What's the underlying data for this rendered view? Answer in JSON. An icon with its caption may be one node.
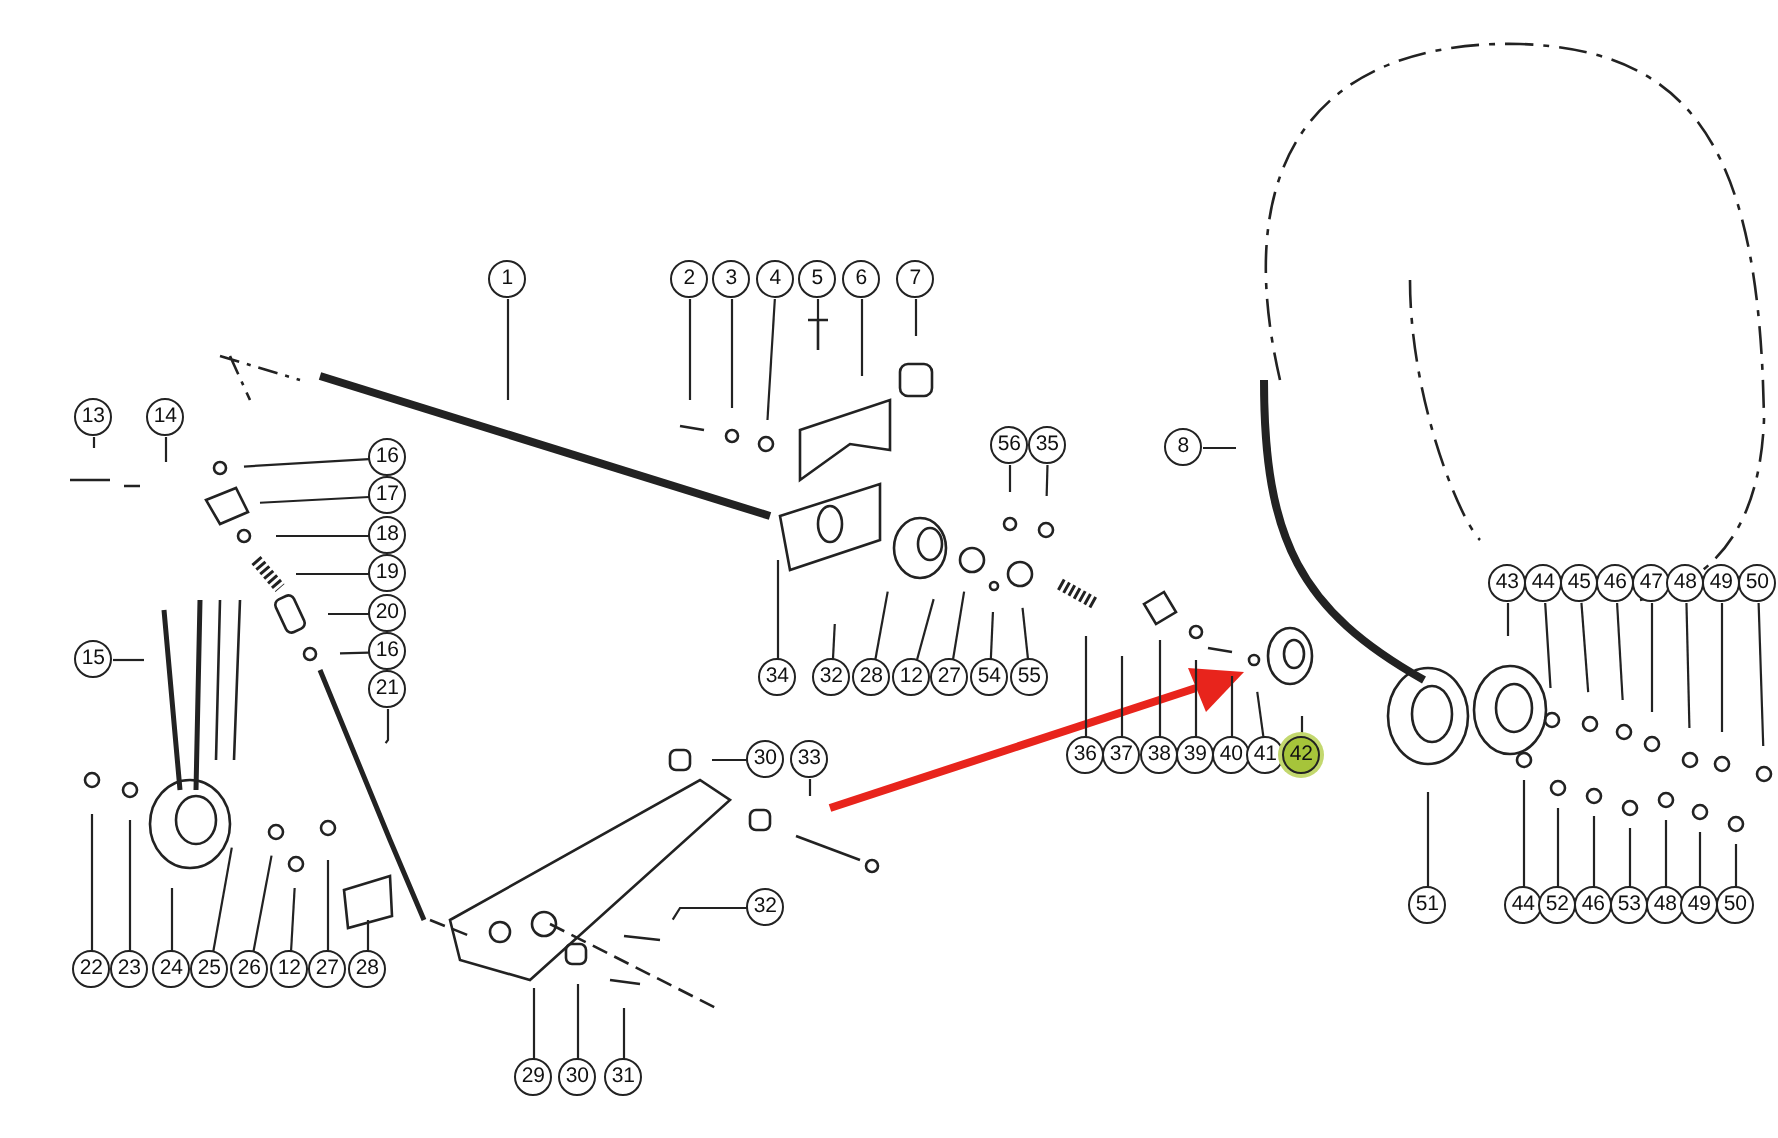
{
  "diagram": {
    "nodes": [
      {
        "text": [
          "1"
        ]
      },
      {
        "text": [
          "2"
        ]
      },
      {
        "text": [
          "3"
        ]
      },
      {
        "text": [
          "4"
        ]
      },
      {
        "text": [
          "5"
        ]
      },
      {
        "text": [
          "6"
        ]
      },
      {
        "text": [
          "7"
        ]
      },
      {
        "text": [
          "13"
        ]
      },
      {
        "text": [
          "14"
        ]
      },
      {
        "text": [
          "56"
        ]
      },
      {
        "text": [
          "35"
        ]
      },
      {
        "text": [
          "8"
        ]
      },
      {
        "text": [
          "16"
        ]
      },
      {
        "text": [
          "17"
        ]
      },
      {
        "text": [
          "18"
        ]
      },
      {
        "text": [
          "19"
        ]
      },
      {
        "text": [
          "20"
        ]
      },
      {
        "text": [
          "16"
        ]
      },
      {
        "text": [
          "15"
        ]
      },
      {
        "text": [
          "21"
        ]
      },
      {
        "text": [
          "43"
        ]
      },
      {
        "text": [
          "44"
        ]
      },
      {
        "text": [
          "45"
        ]
      },
      {
        "text": [
          "46"
        ]
      },
      {
        "text": [
          "47"
        ]
      },
      {
        "text": [
          "48"
        ]
      },
      {
        "text": [
          "49"
        ]
      },
      {
        "text": [
          "50"
        ]
      },
      {
        "text": [
          "34"
        ]
      },
      {
        "text": [
          "32"
        ]
      },
      {
        "text": [
          "28"
        ]
      },
      {
        "text": [
          "12"
        ]
      },
      {
        "text": [
          "27"
        ]
      },
      {
        "text": [
          "54"
        ]
      },
      {
        "text": [
          "55"
        ]
      },
      {
        "text": [
          "36"
        ]
      },
      {
        "text": [
          "37"
        ]
      },
      {
        "text": [
          "38"
        ]
      },
      {
        "text": [
          "39"
        ]
      },
      {
        "text": [
          "40"
        ]
      },
      {
        "text": [
          "41"
        ]
      },
      {
        "text": [
          "42"
        ]
      },
      {
        "text": [
          "30"
        ]
      },
      {
        "text": [
          "33"
        ]
      },
      {
        "text": [
          "51"
        ]
      },
      {
        "text": [
          "44"
        ]
      },
      {
        "text": [
          "52"
        ]
      },
      {
        "text": [
          "46"
        ]
      },
      {
        "text": [
          "53"
        ]
      },
      {
        "text": [
          "48"
        ]
      },
      {
        "text": [
          "49"
        ]
      },
      {
        "text": [
          "50"
        ]
      },
      {
        "text": [
          "32"
        ]
      },
      {
        "text": [
          "22"
        ]
      },
      {
        "text": [
          "23"
        ]
      },
      {
        "text": [
          "24"
        ]
      },
      {
        "text": [
          "25"
        ]
      },
      {
        "text": [
          "26"
        ]
      },
      {
        "text": [
          "12"
        ]
      },
      {
        "text": [
          "27"
        ]
      },
      {
        "text": [
          "28"
        ]
      },
      {
        "text": [
          "29"
        ]
      },
      {
        "text": [
          "30"
        ]
      },
      {
        "text": [
          "31"
        ]
      }
    ],
    "edges": [
      {
        "from": 0,
        "to": null,
        "arrow": "none"
      },
      {
        "from": 1,
        "to": null,
        "arrow": "none"
      },
      {
        "from": 2,
        "to": null,
        "arrow": "none"
      },
      {
        "from": 3,
        "to": null,
        "arrow": "none"
      },
      {
        "from": 4,
        "to": null,
        "arrow": "none"
      },
      {
        "from": 5,
        "to": null,
        "arrow": "none"
      },
      {
        "from": 6,
        "to": null,
        "arrow": "none"
      },
      {
        "from": 7,
        "to": null,
        "arrow": "none"
      },
      {
        "from": 8,
        "to": null,
        "arrow": "none"
      },
      {
        "from": 9,
        "to": null,
        "arrow": "none"
      },
      {
        "from": 10,
        "to": null,
        "arrow": "none"
      },
      {
        "from": 11,
        "to": null,
        "arrow": "none"
      },
      {
        "from": 12,
        "to": null,
        "arrow": "none"
      },
      {
        "from": 13,
        "to": null,
        "arrow": "none"
      },
      {
        "from": 14,
        "to": null,
        "arrow": "none"
      },
      {
        "from": 15,
        "to": null,
        "arrow": "none"
      },
      {
        "from": 16,
        "to": null,
        "arrow": "none"
      },
      {
        "from": 17,
        "to": null,
        "arrow": "none"
      },
      {
        "from": 18,
        "to": null,
        "arrow": "none"
      },
      {
        "from": 19,
        "to": null,
        "arrow": "none"
      },
      {
        "from": 20,
        "to": null,
        "arrow": "none"
      },
      {
        "from": 21,
        "to": null,
        "arrow": "none"
      },
      {
        "from": 22,
        "to": null,
        "arrow": "none"
      },
      {
        "from": 23,
        "to": null,
        "arrow": "none"
      },
      {
        "from": 24,
        "to": null,
        "arrow": "none"
      },
      {
        "from": 25,
        "to": null,
        "arrow": "none"
      },
      {
        "from": 26,
        "to": null,
        "arrow": "none"
      },
      {
        "from": 27,
        "to": null,
        "arrow": "none"
      },
      {
        "from": 28,
        "to": null,
        "arrow": "none"
      },
      {
        "from": 29,
        "to": null,
        "arrow": "none"
      },
      {
        "from": 30,
        "to": null,
        "arrow": "none"
      },
      {
        "from": 31,
        "to": null,
        "arrow": "none"
      },
      {
        "from": 32,
        "to": null,
        "arrow": "none"
      },
      {
        "from": 33,
        "to": null,
        "arrow": "none"
      },
      {
        "from": 34,
        "to": null,
        "arrow": "none"
      },
      {
        "from": 35,
        "to": null,
        "arrow": "none"
      },
      {
        "from": 36,
        "to": null,
        "arrow": "none"
      },
      {
        "from": 37,
        "to": null,
        "arrow": "none"
      },
      {
        "from": 38,
        "to": null,
        "arrow": "none"
      },
      {
        "from": 39,
        "to": null,
        "arrow": "none"
      },
      {
        "from": 40,
        "to": null,
        "arrow": "none"
      },
      {
        "from": 41,
        "to": null,
        "arrow": "none"
      },
      {
        "from": 42,
        "to": null,
        "arrow": "none"
      },
      {
        "from": 43,
        "to": null,
        "arrow": "none"
      },
      {
        "from": 44,
        "to": null,
        "arrow": "none"
      },
      {
        "from": 45,
        "to": null,
        "arrow": "none"
      },
      {
        "from": 46,
        "to": null,
        "arrow": "none"
      },
      {
        "from": 47,
        "to": null,
        "arrow": "none"
      },
      {
        "from": 48,
        "to": null,
        "arrow": "none"
      },
      {
        "from": 49,
        "to": null,
        "arrow": "none"
      },
      {
        "from": 50,
        "to": null,
        "arrow": "none"
      },
      {
        "from": 51,
        "to": null,
        "arrow": "none"
      },
      {
        "from": 52,
        "to": null,
        "arrow": "none"
      },
      {
        "from": 53,
        "to": null,
        "arrow": "none"
      },
      {
        "from": 54,
        "to": null,
        "arrow": "none"
      },
      {
        "from": 55,
        "to": null,
        "arrow": "none"
      },
      {
        "from": 56,
        "to": null,
        "arrow": "none"
      },
      {
        "from": 57,
        "to": null,
        "arrow": "none"
      },
      {
        "from": 58,
        "to": null,
        "arrow": "none"
      },
      {
        "from": 59,
        "to": null,
        "arrow": "none"
      },
      {
        "from": 60,
        "to": null,
        "arrow": "none"
      },
      {
        "from": 61,
        "to": null,
        "arrow": "none"
      },
      {
        "from": 62,
        "to": null,
        "arrow": "none"
      },
      {
        "from": 63,
        "to": null,
        "arrow": "none"
      }
    ]
  }
}
